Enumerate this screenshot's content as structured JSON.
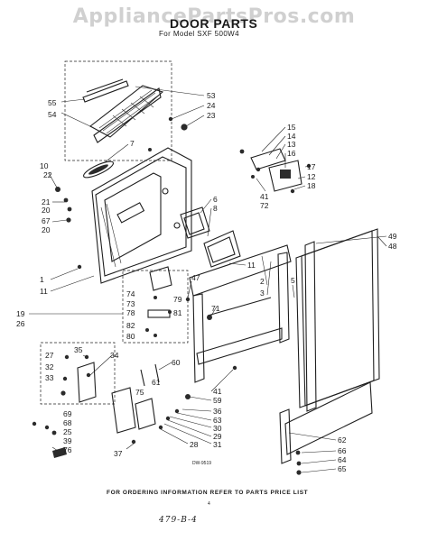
{
  "watermark": "AppliancePartsPros.com",
  "title": "DOOR PARTS",
  "subtitle": "For Model SXF 500W4",
  "drawing_ref": "DW-9519",
  "page_number": "4",
  "footer": "FOR ORDERING INFORMATION REFER TO PARTS PRICE LIST",
  "handwritten_note": "479-B-4",
  "part_numbers": [
    "55",
    "54",
    "53",
    "24",
    "23",
    "7",
    "15",
    "14",
    "13",
    "16",
    "17",
    "12",
    "18",
    "41",
    "72",
    "10",
    "22",
    "21",
    "20",
    "67",
    "20",
    "6",
    "8",
    "49",
    "48",
    "11",
    "1",
    "11",
    "47",
    "2",
    "3",
    "5",
    "74",
    "73",
    "78",
    "82",
    "80",
    "79",
    "81",
    "71",
    "19",
    "26",
    "27",
    "32",
    "33",
    "35",
    "34",
    "60",
    "61",
    "75",
    "41",
    "59",
    "36",
    "63",
    "30",
    "29",
    "31",
    "28",
    "69",
    "68",
    "25",
    "39",
    "76",
    "37",
    "62",
    "66",
    "64",
    "65"
  ]
}
